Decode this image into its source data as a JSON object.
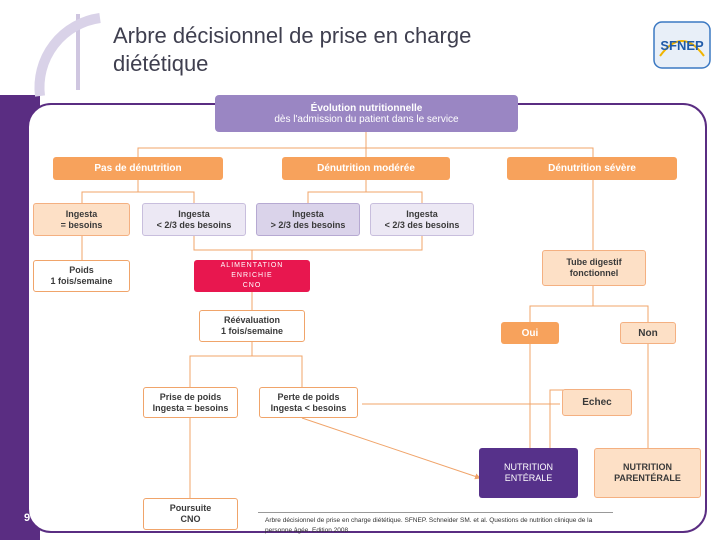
{
  "title": "Arbre décisionnel de prise en charge\ndiététique",
  "page_number": "9",
  "logo_text": "SFNEP",
  "nodes": {
    "root": {
      "line1": "Évolution nutritionnelle",
      "line2": "dès l'admission du patient dans le service"
    },
    "pas_denutrition": "Pas de dénutrition",
    "denutrition_moderee": "Dénutrition modérée",
    "denutrition_severe": "Dénutrition sévère",
    "ingesta_besoins": {
      "line1": "Ingesta",
      "line2": "= besoins"
    },
    "ingesta_inf_a": {
      "line1": "Ingesta",
      "line2": "< 2/3 des besoins"
    },
    "ingesta_sup": {
      "line1": "Ingesta",
      "line2": "> 2/3 des besoins"
    },
    "ingesta_inf_b": {
      "line1": "Ingesta",
      "line2": "< 2/3 des besoins"
    },
    "poids": {
      "line1": "Poids",
      "line2": "1 fois/semaine"
    },
    "alimentation": {
      "line1": "ALIMENTATION",
      "line2": "ENRICHIE",
      "line3": "CNO"
    },
    "reevaluation": {
      "line1": "Réévaluation",
      "line2": "1 fois/semaine"
    },
    "tube_digestif": {
      "line1": "Tube digestif",
      "line2": "fonctionnel"
    },
    "oui": "Oui",
    "non": "Non",
    "prise_poids": {
      "line1": "Prise de poids",
      "line2": "Ingesta = besoins"
    },
    "perte_poids": {
      "line1": "Perte de poids",
      "line2": "Ingesta < besoins"
    },
    "echec": "Echec",
    "nutrition_enterale": {
      "line1": "NUTRITION",
      "line2": "ENTÉRALE"
    },
    "nutrition_parenterale": {
      "line1": "NUTRITION",
      "line2": "PARENTÉRALE"
    },
    "poursuite_cno": {
      "line1": "Poursuite",
      "line2": "CNO"
    }
  },
  "reference": "Arbre décisionnel de prise en charge diététique. SFNEP. Schneider SM. et al. Questions de nutrition clinique de la personne âgée. Edition 2008.",
  "colors": {
    "purple": "#5a2d82",
    "orange": "#f7a25c",
    "pink": "#e8174f",
    "lavender": "#9a86c3"
  }
}
